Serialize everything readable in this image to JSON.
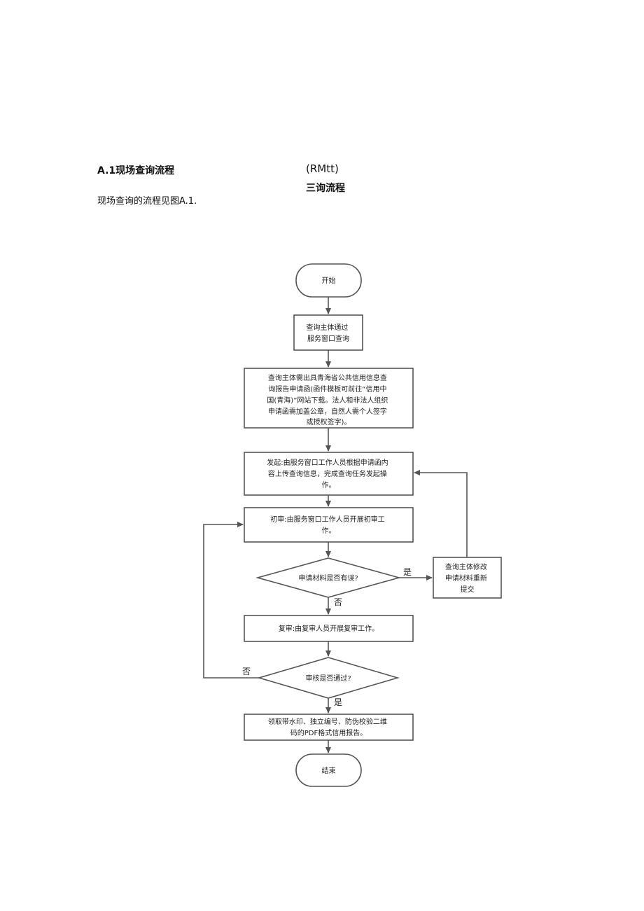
{
  "section_heading": "A.1现场查询流程",
  "annex_label": "(RMtt)",
  "annex_title": "三询流程",
  "intro_text": "现场查询的流程见图A.1.",
  "flowchart": {
    "start": "开始",
    "step1": [
      "查询主体通过",
      "服务窗口查询"
    ],
    "step2": [
      "查询主体需出具青海省公共信用信息查",
      "询报告申请函(函件模板可前往“信用中",
      "国(青海)”网站下载。法人和非法人组织",
      "申请函需加盖公章，自然人需个人签字",
      "或授权签字)。"
    ],
    "step3": [
      "发起:由服务窗口工作人员根据申请函内",
      "容上传查询信息，完成查询任务发起操",
      "作。"
    ],
    "step4": [
      "初审:由服务窗口工作人员开展初审工",
      "作。"
    ],
    "decision1": "申请材料是否有误?",
    "side_box": [
      "查询主体修改",
      "申请材料重新",
      "提交"
    ],
    "yes_label_1": "是",
    "no_label_1": "否",
    "step5": "复审:由复审人员开展复审工作。",
    "decision2": "审核是否通过?",
    "no_label_2": "否",
    "yes_label_2": "是",
    "step6": [
      "领取带水印、独立编号、防伪校验二维",
      "码的PDF格式信用报告。"
    ],
    "end": "结束"
  }
}
